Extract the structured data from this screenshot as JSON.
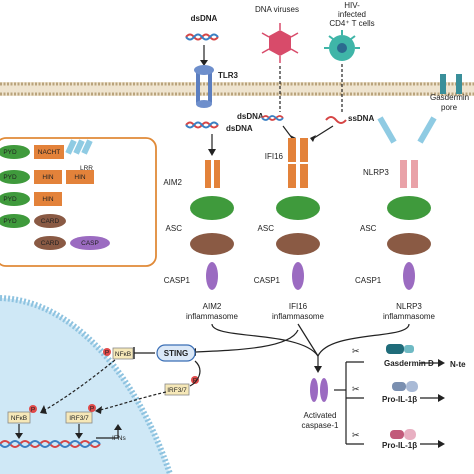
{
  "top": {
    "dsdna_label": "dsDNA",
    "tlr3_label": "TLR3",
    "dna_viruses_label": "DNA viruses",
    "hiv_label_line1": "HIV-",
    "hiv_label_line2": "infected",
    "hiv_label_line3": "CD4⁺ T cells",
    "dsdna_inner_left": "dsDNA",
    "dsdna_inner_mid": "dsDNA",
    "ssdna_label": "ssDNA",
    "gasdermin_pore_line1": "Gasdermin",
    "gasdermin_pore_line2": "pore"
  },
  "legend": {
    "items": [
      {
        "a": "PYD",
        "b": "NACHT",
        "c": "LRR"
      },
      {
        "a": "PYD",
        "b": "HIN",
        "c": "HIN"
      },
      {
        "a": "PYD",
        "b": "HIN",
        "c": ""
      },
      {
        "a": "PYD",
        "b": "CARD",
        "c": ""
      },
      {
        "a": "CARD",
        "b": "CASP",
        "c": ""
      }
    ]
  },
  "sensors": {
    "aim2": "AIM2",
    "ifi16": "IFI16",
    "nlrp3": "NLRP3",
    "asc_left": "ASC",
    "asc_mid": "ASC",
    "asc_right": "ASC",
    "casp1_left": "CASP1",
    "casp1_mid": "CASP1",
    "casp1_right": "CASP1"
  },
  "complexes": {
    "aim2_line1": "AIM2",
    "aim2_line2": "inflammasome",
    "ifi16_line1": "IFI16",
    "ifi16_line2": "inflammasome",
    "nlrp3_line1": "NLRP3",
    "nlrp3_line2": "inflammasome"
  },
  "bottom": {
    "sting": "STING",
    "nfkb_top": "NFκB",
    "irf_right": "IRF3/7",
    "nfkb_nucleus": "NFκB",
    "irf_nucleus": "IRF3/7",
    "ifns": "IFNs",
    "activated_line1": "Activated",
    "activated_line2": "caspase-1",
    "gasdermin_d": "Gasdermin D",
    "n_terminal": "N-te",
    "pro_il1b": "Pro-IL-1β",
    "pro_il18": "Pro-IL-1β",
    "phospho": "P"
  },
  "colors": {
    "pyd": "#3f9a3c",
    "nacht": "#e3823a",
    "hin": "#e3823a",
    "card": "#8a5a44",
    "casp": "#9b6bc1",
    "nlrp3": "#e9a2a8",
    "lrr": "#8fcbe3",
    "membrane": "#c9b79c",
    "nucleus": "#cfe8f6",
    "legend_border": "#e08a38"
  }
}
